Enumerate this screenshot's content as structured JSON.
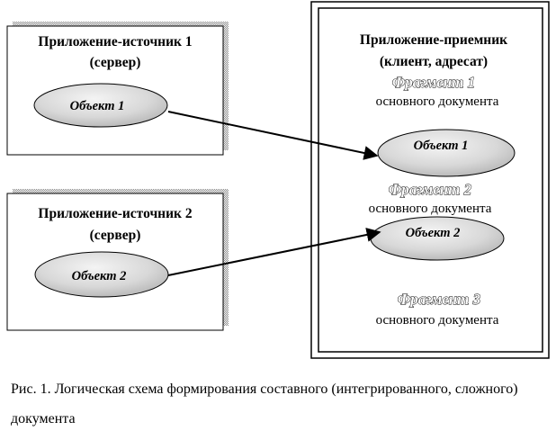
{
  "source_1": {
    "title_line1": "Приложение-источник 1",
    "title_line2": "(сервер)",
    "object_label": "Объект 1"
  },
  "source_2": {
    "title_line1": "Приложение-источник 2",
    "title_line2": "(сервер)",
    "object_label": "Объект 2"
  },
  "receiver": {
    "title_line1": "Приложение-приемник",
    "title_line2": "(клиент, адресат)",
    "fragment_1_title": "Фрагмент 1",
    "fragment_1_subtitle": "основного документа",
    "object_1_label": "Объект 1",
    "fragment_2_title": "Фрагмент 2",
    "fragment_2_subtitle": "основного документа",
    "object_2_label": "Объект 2",
    "fragment_3_title": "Фрагмент 3",
    "fragment_3_subtitle": "основного документа"
  },
  "caption": {
    "text": "Рис. 1. Логическая схема формирования составного (интегрированного, сложного) документа"
  },
  "colors": {
    "box_stroke": "#000000",
    "shadow": "#9a9a9a",
    "ellipse_fill_light": "#f2f2f2",
    "ellipse_fill_dark": "#bdbdbd",
    "arrow": "#000000"
  }
}
